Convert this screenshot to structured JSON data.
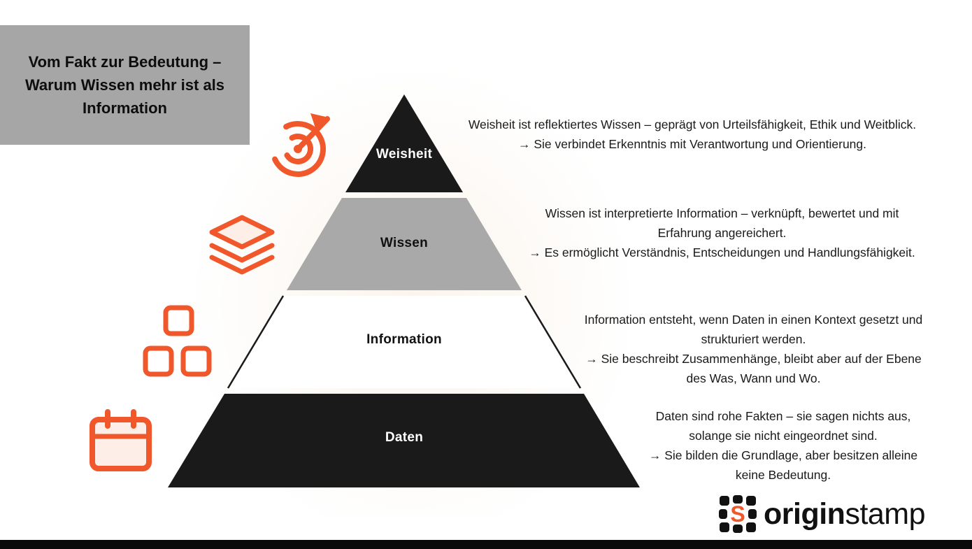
{
  "title_box": {
    "line1": "Vom Fakt zur Bedeutung –",
    "line2": "Warum Wissen mehr ist als",
    "line3": "Information"
  },
  "pyramid": {
    "levels": [
      {
        "label": "Weisheit",
        "color": "#1a1a1a"
      },
      {
        "label": "Wissen",
        "color": "#a9a9a9"
      },
      {
        "label": "Information",
        "color": "#ffffff"
      },
      {
        "label": "Daten",
        "color": "#1a1a1a"
      }
    ]
  },
  "descriptions": [
    {
      "text": "Weisheit ist reflektiertes Wissen – geprägt von Urteilsfähigkeit, Ethik und Weitblick.",
      "arrow": "→ Sie verbindet Erkenntnis mit Verantwortung und Orientierung."
    },
    {
      "text": "Wissen ist interpretierte Information – verknüpft, bewertet und mit Erfahrung angereichert.",
      "arrow": "→ Es ermöglicht Verständnis, Entscheidungen und Handlungsfähigkeit."
    },
    {
      "text": "Information entsteht, wenn Daten in einen Kontext gesetzt und strukturiert werden.",
      "arrow": "→ Sie beschreibt Zusammenhänge, bleibt aber auf der Ebene des Was, Wann und Wo."
    },
    {
      "text": "Daten sind rohe Fakten – sie sagen nichts aus, solange sie nicht eingeordnet sind.",
      "arrow": "→ Sie bilden die Grundlage, aber besitzen alleine keine Bedeutung."
    }
  ],
  "icons": {
    "weisheit": "target-dart-icon",
    "wissen": "layers-icon",
    "information": "blocks-icon",
    "daten": "calendar-icon"
  },
  "logo": {
    "icon": "originstamp-stamp-icon",
    "part_bold": "origin",
    "part_light": "stamp"
  },
  "colors": {
    "accent": "#F0572A",
    "title_box_gray": "#A6A6A6",
    "pyramid_gray": "#A9A9A9",
    "pyramid_black": "#1A1A1A"
  }
}
